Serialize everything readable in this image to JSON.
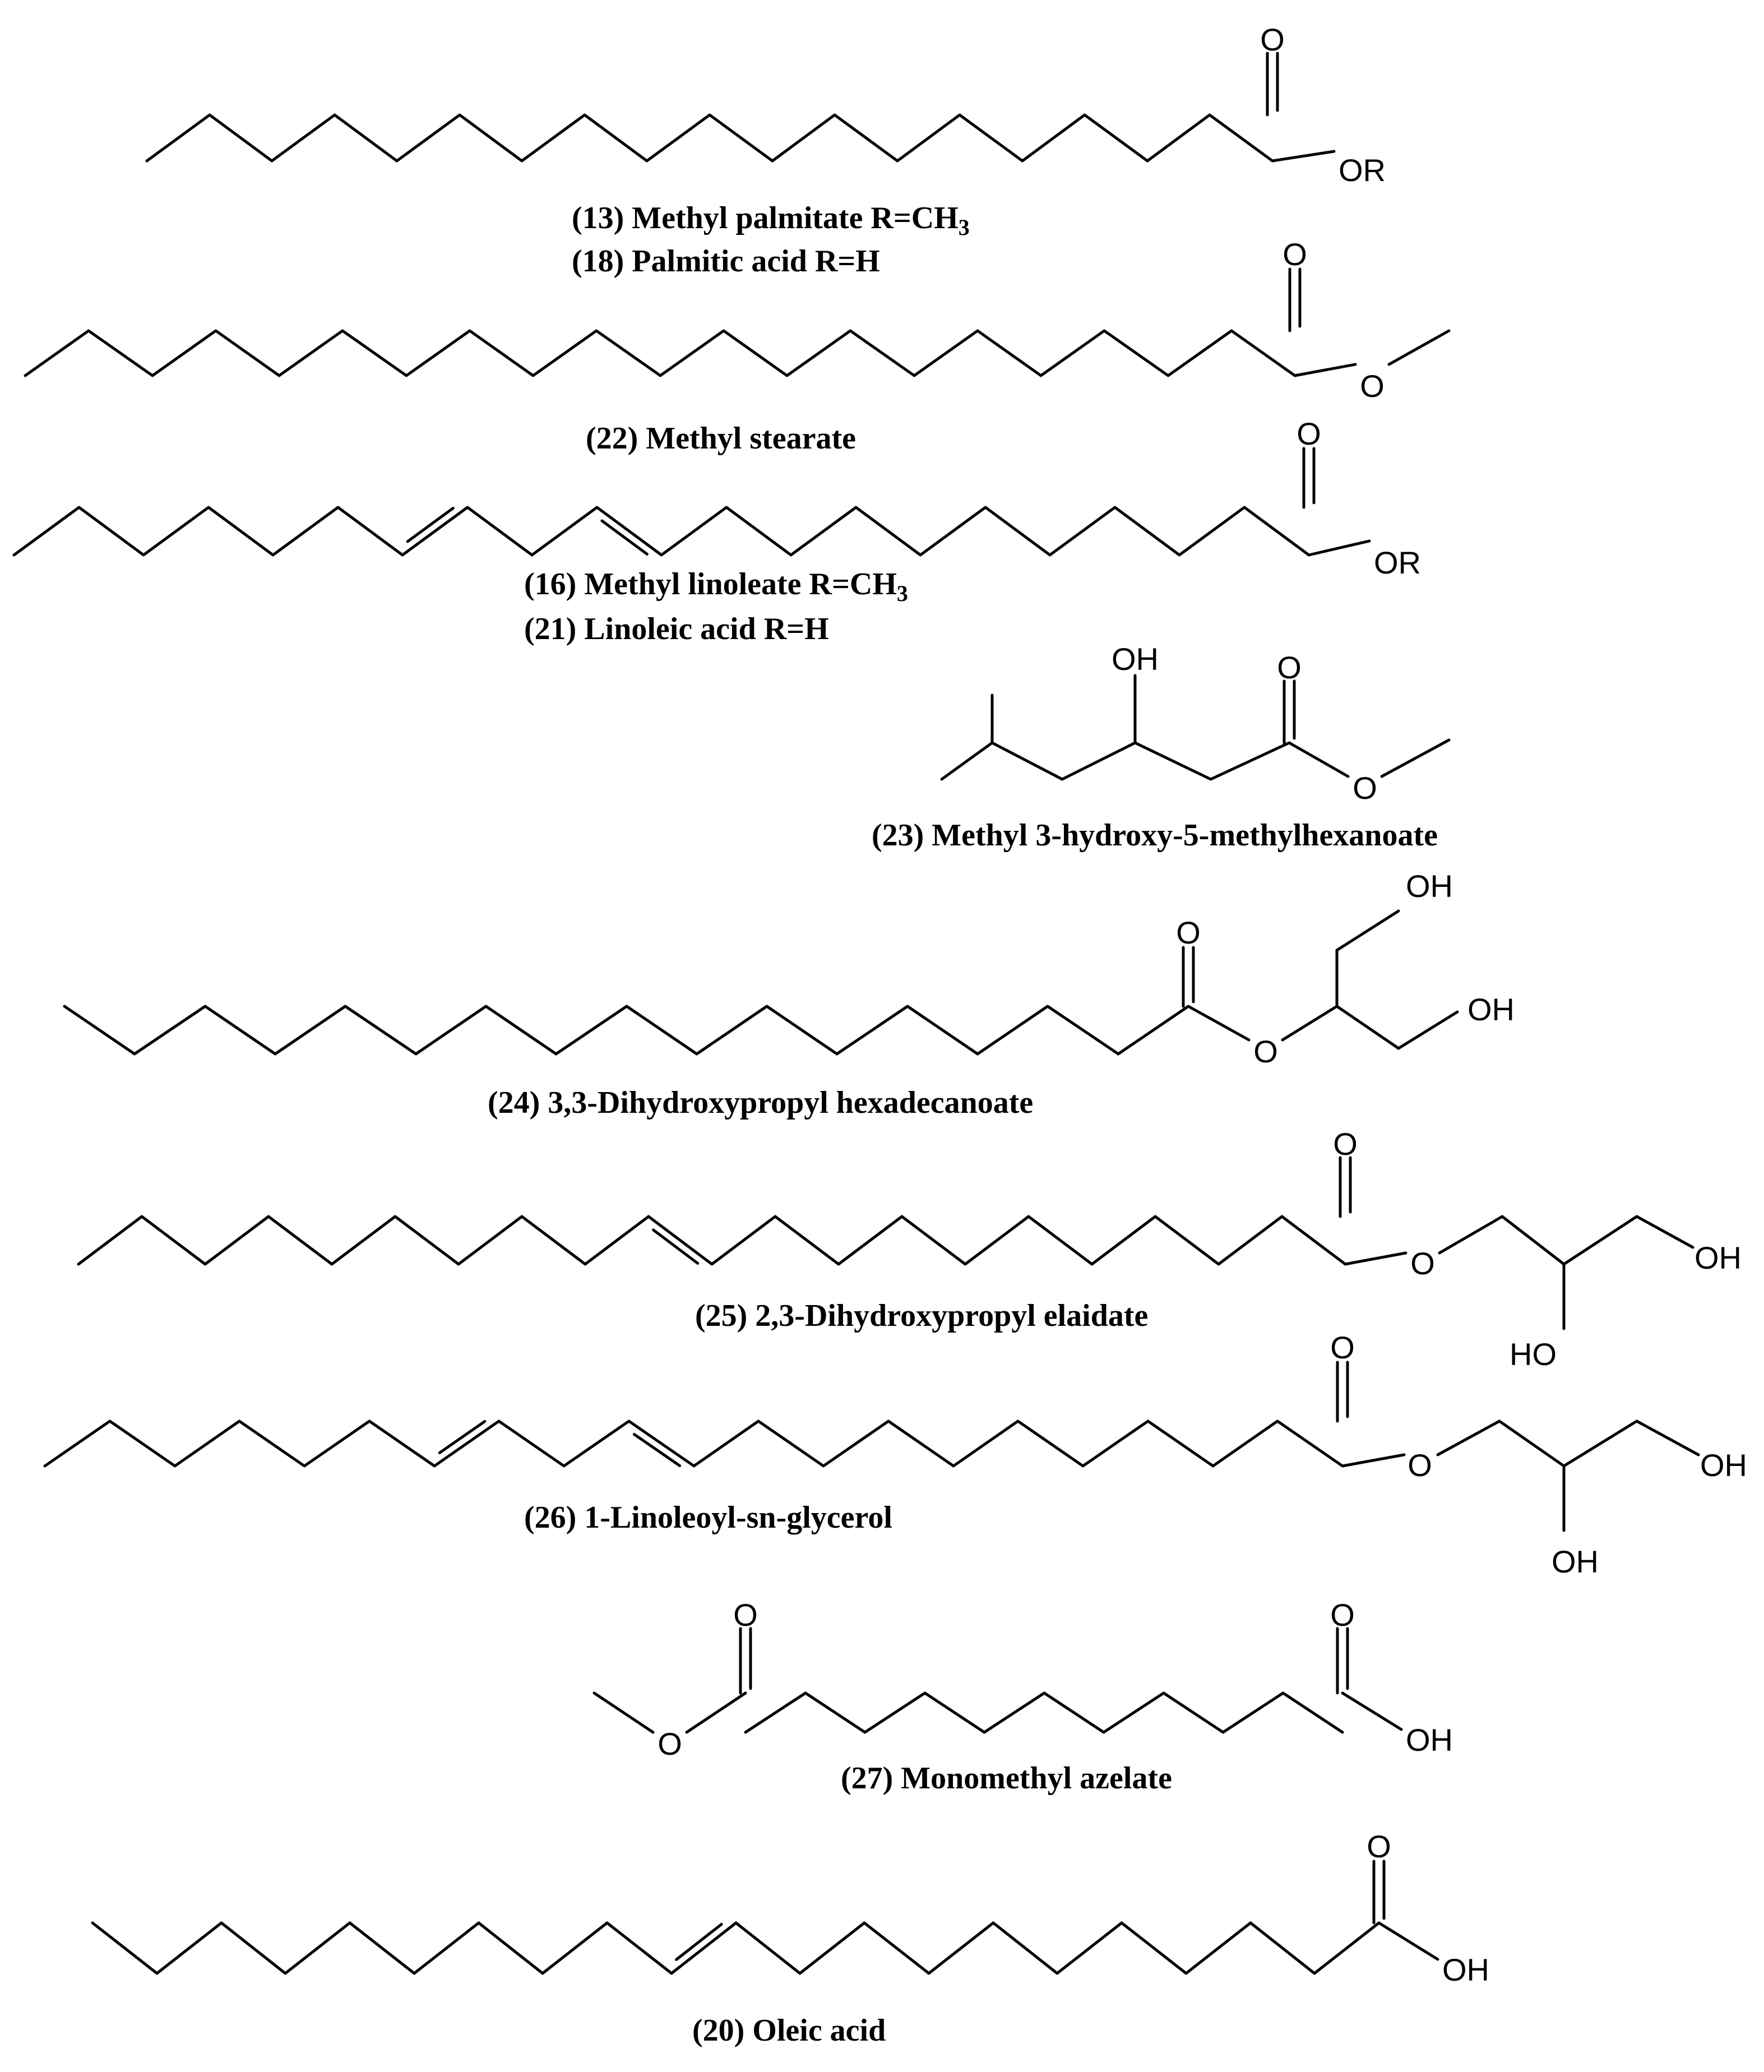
{
  "compounds": [
    {
      "id": "c13-18",
      "captions": [
        {
          "prefix": "(13) Methyl palmitate R=CH",
          "sub": "3"
        },
        {
          "prefix": "(18) Palmitic acid R=H",
          "sub": ""
        }
      ],
      "atoms": [
        "O",
        "OR"
      ]
    },
    {
      "id": "c22",
      "captions": [
        {
          "prefix": "(22) Methyl stearate",
          "sub": ""
        }
      ],
      "atoms": [
        "O",
        "O"
      ]
    },
    {
      "id": "c16-21",
      "captions": [
        {
          "prefix": "(16) Methyl linoleate R=CH",
          "sub": "3"
        },
        {
          "prefix": "(21) Linoleic acid R=H",
          "sub": ""
        }
      ],
      "atoms": [
        "O",
        "OR"
      ]
    },
    {
      "id": "c23",
      "captions": [
        {
          "prefix": "(23) Methyl 3-hydroxy-5-methylhexanoate",
          "sub": ""
        }
      ],
      "atoms": [
        "OH",
        "O",
        "O"
      ]
    },
    {
      "id": "c24",
      "captions": [
        {
          "prefix": "(24) 3,3-Dihydroxypropyl hexadecanoate",
          "sub": ""
        }
      ],
      "atoms": [
        "O",
        "O",
        "OH",
        "OH"
      ]
    },
    {
      "id": "c25",
      "captions": [
        {
          "prefix": "(25) 2,3-Dihydroxypropyl elaidate",
          "sub": ""
        }
      ],
      "atoms": [
        "O",
        "O",
        "OH",
        "HO"
      ]
    },
    {
      "id": "c26",
      "captions": [
        {
          "prefix": "(26) 1-Linoleoyl-sn-glycerol",
          "sub": ""
        }
      ],
      "atoms": [
        "O",
        "O",
        "OH",
        "OH"
      ]
    },
    {
      "id": "c27",
      "captions": [
        {
          "prefix": "(27) Monomethyl azelate",
          "sub": ""
        }
      ],
      "atoms": [
        "O",
        "O",
        "O",
        "OH"
      ]
    },
    {
      "id": "c20",
      "captions": [
        {
          "prefix": "(20) Oleic acid",
          "sub": ""
        }
      ],
      "atoms": [
        "O",
        "OH"
      ]
    }
  ]
}
